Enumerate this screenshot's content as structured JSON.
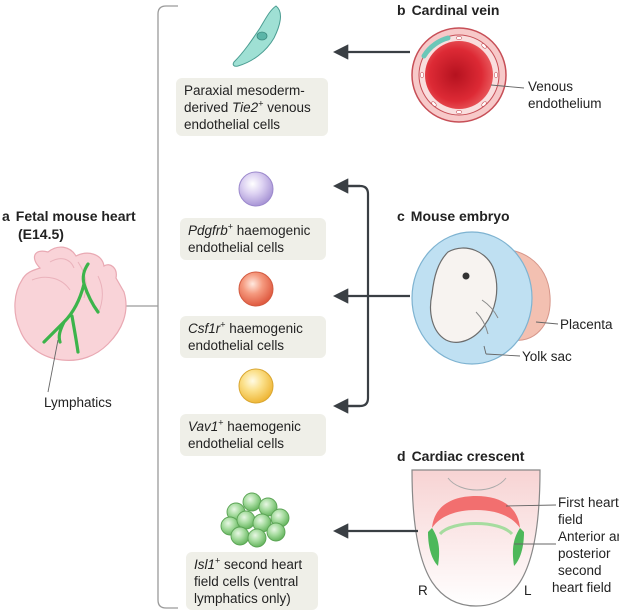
{
  "panels": {
    "a": {
      "letter": "a",
      "title": "Fetal mouse heart",
      "subtitle": "(E14.5)",
      "label_lymphatics": "Lymphatics"
    },
    "b": {
      "letter": "b",
      "title": "Cardinal vein",
      "label_venous": "Venous",
      "label_endothelium": "endothelium"
    },
    "c": {
      "letter": "c",
      "title": "Mouse embryo",
      "label_placenta": "Placenta",
      "label_yolk_sac": "Yolk sac"
    },
    "d": {
      "letter": "d",
      "title": "Cardiac crescent",
      "label_first_1": "First heart",
      "label_first_2": "field",
      "label_second_1": "Anterior and",
      "label_second_2": "posterior",
      "label_second_3": "second",
      "label_second_4": "heart field",
      "label_r": "R",
      "label_l": "L"
    }
  },
  "cells": [
    {
      "id": "tie2",
      "line1": "Paraxial mesoderm-",
      "line2_pre": "derived ",
      "gene": "Tie2",
      "sup": "+",
      "line2_post": " venous",
      "line3": "endothelial cells"
    },
    {
      "id": "pdgfrb",
      "gene": "Pdgfrb",
      "sup": "+",
      "line1_post": " haemogenic",
      "line2": "endothelial cells"
    },
    {
      "id": "csf1r",
      "gene": "Csf1r",
      "sup": "+",
      "line1_post": " haemogenic",
      "line2": "endothelial cells"
    },
    {
      "id": "vav1",
      "gene": "Vav1",
      "sup": "+",
      "line1_post": " haemogenic",
      "line2": "endothelial cells"
    },
    {
      "id": "isl1",
      "gene": "Isl1",
      "sup": "+",
      "line1_post": " second heart",
      "line2": "field cells (ventral",
      "line3": "lymphatics only)"
    }
  ],
  "colors": {
    "venous_cell": "#8fd3c6",
    "pdgfrb_cell": "#c9b7e6",
    "csf1r_cell": "#f07a5e",
    "vav1_cell": "#f6cf5a",
    "isl1_cell": "#8fd08a",
    "lymphatics": "#3cb44b",
    "heart": "#f7c6cc",
    "vein": "#d9202f",
    "yolk_sac": "#bfe0f2",
    "placenta": "#f2b7a8"
  }
}
